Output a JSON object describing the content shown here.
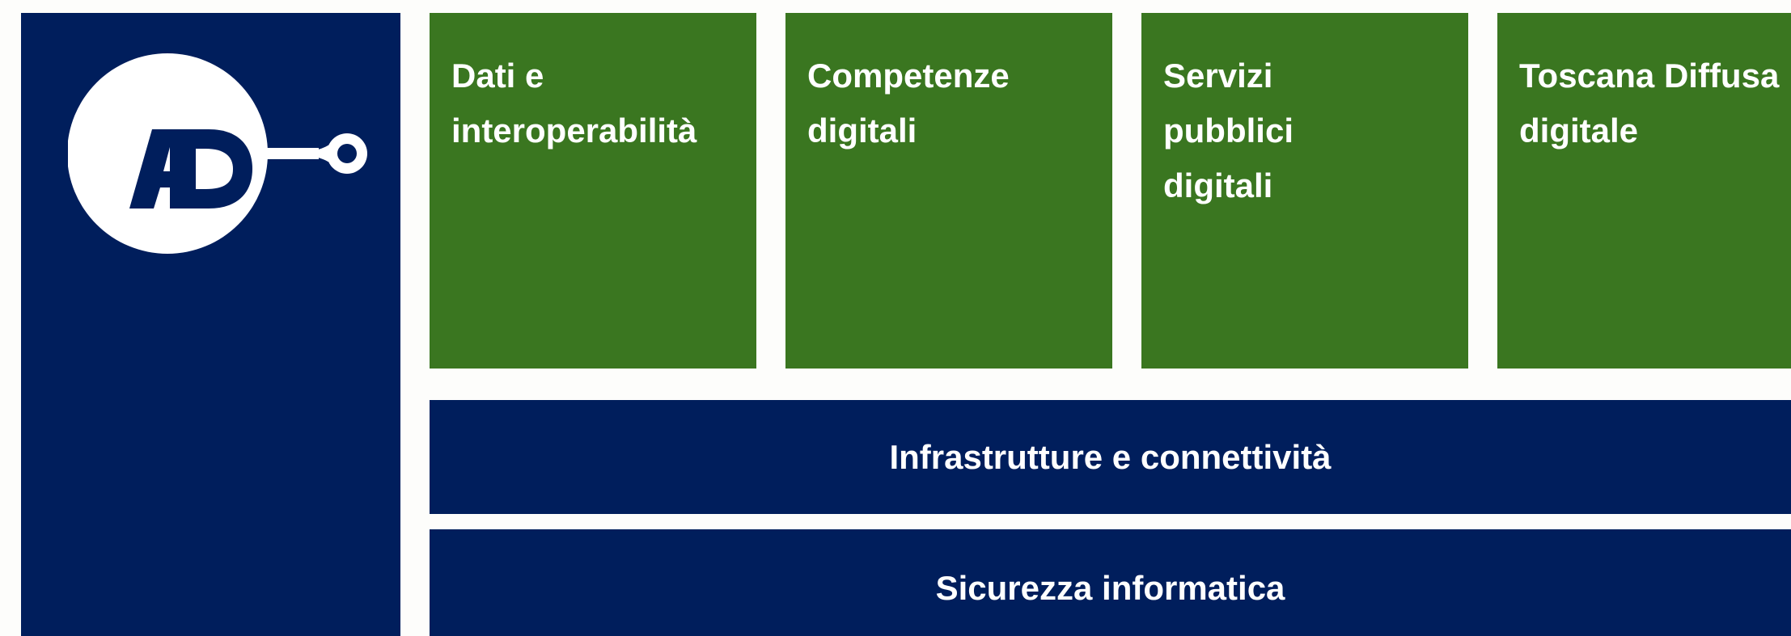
{
  "colors": {
    "navy": "#001e5c",
    "green": "#3a7620",
    "white": "#ffffff",
    "background": "#fdfdfb"
  },
  "logo": {
    "text": "AD",
    "icon": "agenda-digitale-logo-icon"
  },
  "tiles": [
    {
      "line1": "Dati e",
      "line2": "interoperabilità",
      "line3": ""
    },
    {
      "line1": "Competenze",
      "line2": "digitali",
      "line3": ""
    },
    {
      "line1": "Servizi",
      "line2": "pubblici",
      "line3": "digitali"
    },
    {
      "line1": "Toscana Diffusa",
      "line2": "digitale",
      "line3": ""
    }
  ],
  "bars": [
    {
      "label": "Infrastrutture e connettività"
    },
    {
      "label": "Sicurezza informatica"
    }
  ]
}
